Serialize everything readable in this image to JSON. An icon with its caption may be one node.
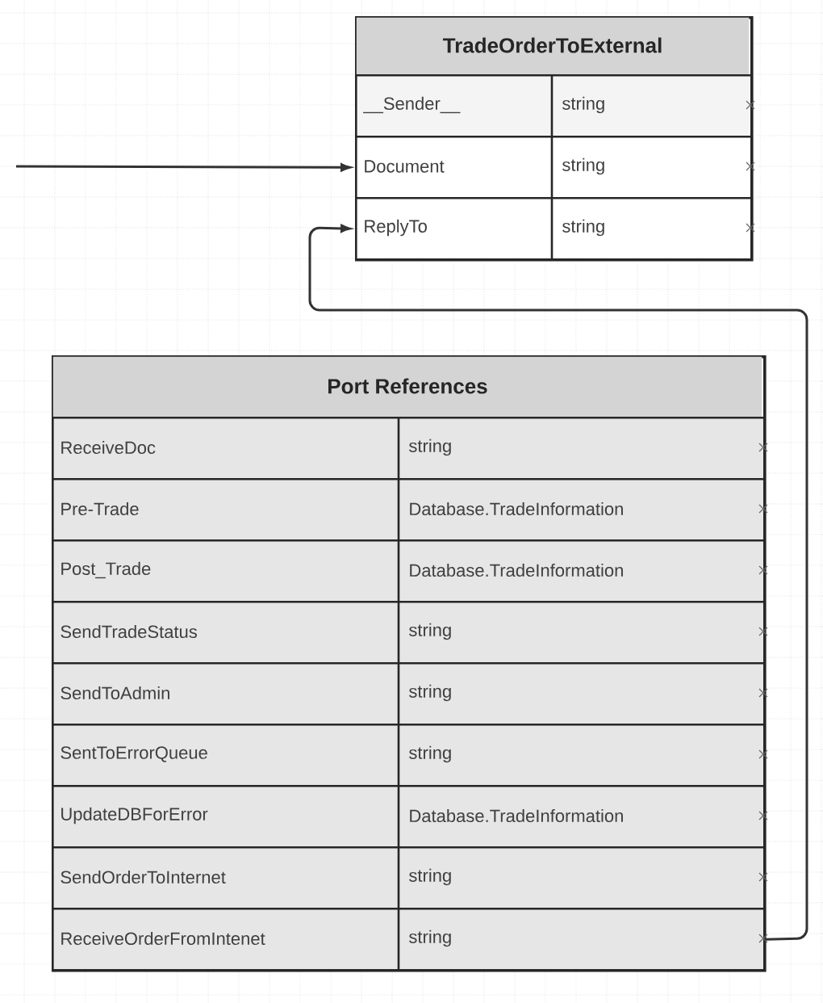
{
  "diagram": {
    "nodes": [
      {
        "text": [
          "TradeOrderToExternal"
        ]
      },
      {
        "text": [
          "__Sender__",
          "string"
        ],
        "in": 0
      },
      {
        "text": [
          "Document",
          "string"
        ],
        "in": 0
      },
      {
        "text": [
          "ReplyTo",
          "string"
        ],
        "in": 0
      },
      {
        "text": [
          "Port References"
        ]
      },
      {
        "text": [
          "ReceiveDoc",
          "string"
        ],
        "in": 4
      },
      {
        "text": [
          "Pre-Trade",
          "Database.TradeInformation"
        ],
        "in": 4
      },
      {
        "text": [
          "Post_Trade",
          "Database.TradeInformation"
        ],
        "in": 4
      },
      {
        "text": [
          "SendTradeStatus",
          "string"
        ],
        "in": 4
      },
      {
        "text": [
          "SendToAdmin",
          "string"
        ],
        "in": 4
      },
      {
        "text": [
          "SentToErrorQueue",
          "string"
        ],
        "in": 4
      },
      {
        "text": [
          "UpdateDBForError",
          "Database.TradeInformation"
        ],
        "in": 4
      },
      {
        "text": [
          "SendOrderToInternet",
          "string"
        ],
        "in": 4
      },
      {
        "text": [
          "ReceiveOrderFromIntenet",
          "string"
        ],
        "in": 4
      }
    ],
    "edges": [
      {
        "from": null,
        "to": 2,
        "arrow": "to"
      },
      {
        "from": 13,
        "to": 3,
        "arrow": "to"
      }
    ]
  }
}
